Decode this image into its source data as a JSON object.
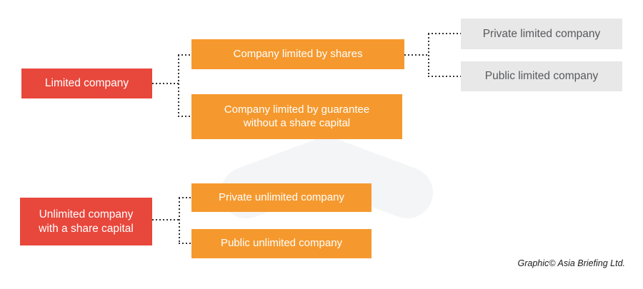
{
  "diagram": {
    "title_hint": "Company types flow diagram",
    "nodes": {
      "limited_company": {
        "label": "Limited company"
      },
      "company_limited_by_shares": {
        "label": "Company limited by shares"
      },
      "company_limited_by_guarantee": {
        "label": "Company limited by guarantee without a share capital"
      },
      "private_limited_company": {
        "label": "Private limited company"
      },
      "public_limited_company": {
        "label": "Public limited company"
      },
      "unlimited_company": {
        "label": "Unlimited company with a share capital"
      },
      "private_unlimited_company": {
        "label": "Private unlimited company"
      },
      "public_unlimited_company": {
        "label": "Public unlimited company"
      }
    },
    "credit": "Graphic© Asia Briefing Ltd.",
    "colors": {
      "root_red": "#e8473c",
      "branch_orange": "#f5992e",
      "leaf_gray": "#e8e8e9",
      "leaf_text": "#58595b",
      "connector": "#333333",
      "watermark": "#f4f5f7",
      "background": "#ffffff"
    }
  }
}
